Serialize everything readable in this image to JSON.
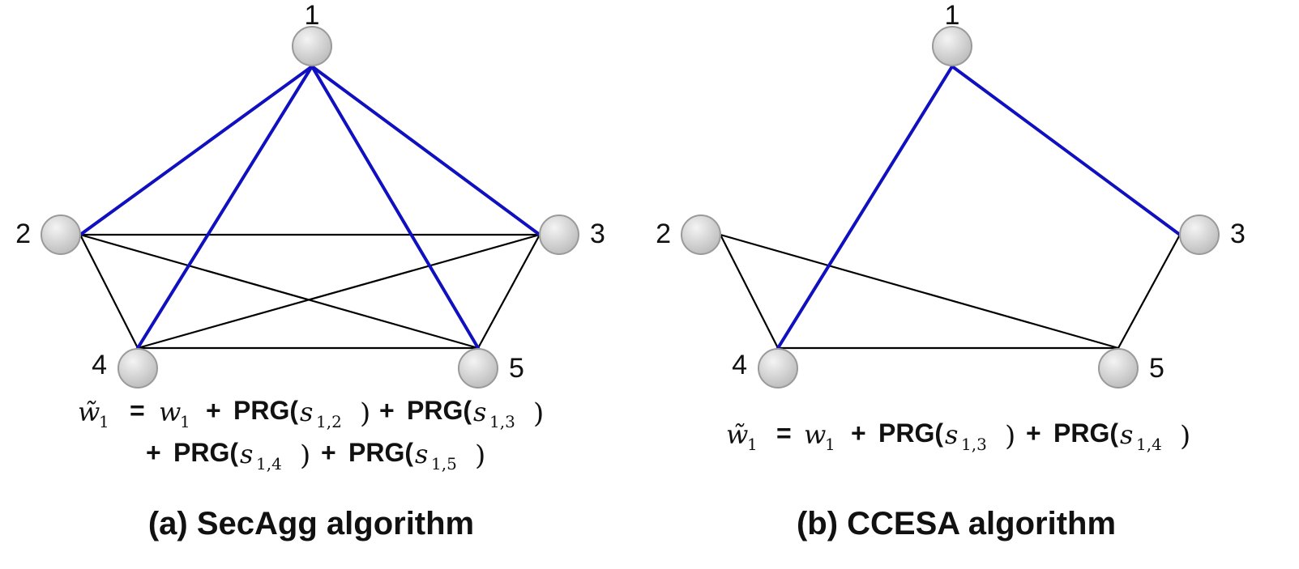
{
  "colors": {
    "blue_edge": "#1010c0",
    "black_edge": "#000000",
    "node_fill_light": "#f4f4f4",
    "node_fill_dark": "#bdbdbd",
    "node_stroke": "#9a9a9a"
  },
  "panel_a": {
    "caption": "(a) SecAgg algorithm",
    "nodes": [
      {
        "id": "1",
        "label": "1"
      },
      {
        "id": "2",
        "label": "2"
      },
      {
        "id": "3",
        "label": "3"
      },
      {
        "id": "4",
        "label": "4"
      },
      {
        "id": "5",
        "label": "5"
      }
    ],
    "edges": [
      {
        "from": "1",
        "to": "2",
        "highlight": true
      },
      {
        "from": "1",
        "to": "3",
        "highlight": true
      },
      {
        "from": "1",
        "to": "4",
        "highlight": true
      },
      {
        "from": "1",
        "to": "5",
        "highlight": true
      },
      {
        "from": "2",
        "to": "3",
        "highlight": false
      },
      {
        "from": "2",
        "to": "4",
        "highlight": false
      },
      {
        "from": "2",
        "to": "5",
        "highlight": false
      },
      {
        "from": "3",
        "to": "4",
        "highlight": false
      },
      {
        "from": "3",
        "to": "5",
        "highlight": false
      },
      {
        "from": "4",
        "to": "5",
        "highlight": false
      }
    ],
    "equation": {
      "lhs": "w̃",
      "lhs_sub": "1",
      "equals": "=",
      "w": "w",
      "w_sub": "1",
      "plus": "+",
      "prg": "PRG(",
      "s": "s",
      "close": ")",
      "line1_terms": [
        "1,2",
        "1,3"
      ],
      "line2_terms": [
        "1,4",
        "1,5"
      ]
    }
  },
  "panel_b": {
    "caption": "(b) CCESA algorithm",
    "nodes": [
      {
        "id": "1",
        "label": "1"
      },
      {
        "id": "2",
        "label": "2"
      },
      {
        "id": "3",
        "label": "3"
      },
      {
        "id": "4",
        "label": "4"
      },
      {
        "id": "5",
        "label": "5"
      }
    ],
    "edges": [
      {
        "from": "1",
        "to": "3",
        "highlight": true
      },
      {
        "from": "1",
        "to": "4",
        "highlight": true
      },
      {
        "from": "2",
        "to": "4",
        "highlight": false
      },
      {
        "from": "2",
        "to": "5",
        "highlight": false
      },
      {
        "from": "3",
        "to": "5",
        "highlight": false
      },
      {
        "from": "4",
        "to": "5",
        "highlight": false
      }
    ],
    "equation": {
      "lhs": "w̃",
      "lhs_sub": "1",
      "equals": "=",
      "w": "w",
      "w_sub": "1",
      "plus": "+",
      "prg": "PRG(",
      "s": "s",
      "close": ")",
      "line1_terms": [
        "1,3",
        "1,4"
      ]
    }
  }
}
